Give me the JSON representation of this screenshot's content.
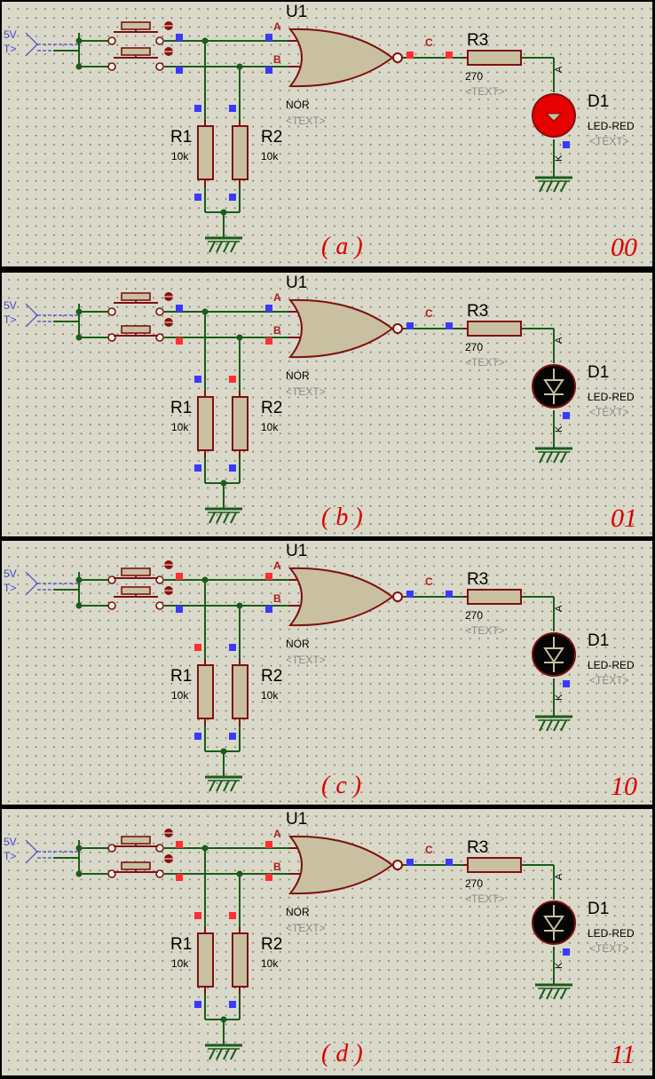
{
  "common": {
    "gate_ref": "U1",
    "gate_type": "NOR",
    "gate_text": "<TEXT>",
    "pin_a": "A",
    "pin_b": "B",
    "pin_c": "C",
    "r1_ref": "R1",
    "r1_val": "10k",
    "r2_ref": "R2",
    "r2_val": "10k",
    "r3_ref": "R3",
    "r3_val": "270",
    "r3_text": "<TEXT>",
    "led_ref": "D1",
    "led_type": "LED-RED",
    "led_text": "<TEXT>",
    "led_pin_a": "A",
    "led_pin_k": "K",
    "source_label": "5V",
    "source_text": "T>"
  },
  "colors": {
    "wire": "#1a5c1a",
    "component_outline": "#7d1111",
    "component_fill": "#c9c0a1",
    "logic_high": "#ff3030",
    "logic_low": "#3a3aff",
    "led_on": "#e60000",
    "led_off": "#050505",
    "annotation": "#dd0000",
    "source": "#4747c9"
  },
  "panels": [
    {
      "caption": "( a )",
      "code": "00",
      "btn_a": "released",
      "btn_b": "released",
      "in_a": "low",
      "in_b": "low",
      "out_c": "high",
      "led_lit": true
    },
    {
      "caption": "( b )",
      "code": "01",
      "btn_a": "released",
      "btn_b": "pressed",
      "in_a": "low",
      "in_b": "high",
      "out_c": "low",
      "led_lit": false
    },
    {
      "caption": "( c )",
      "code": "10",
      "btn_a": "pressed",
      "btn_b": "released",
      "in_a": "high",
      "in_b": "low",
      "out_c": "low",
      "led_lit": false
    },
    {
      "caption": "( d )",
      "code": "11",
      "btn_a": "pressed",
      "btn_b": "pressed",
      "in_a": "high",
      "in_b": "high",
      "out_c": "low",
      "led_lit": false
    }
  ]
}
